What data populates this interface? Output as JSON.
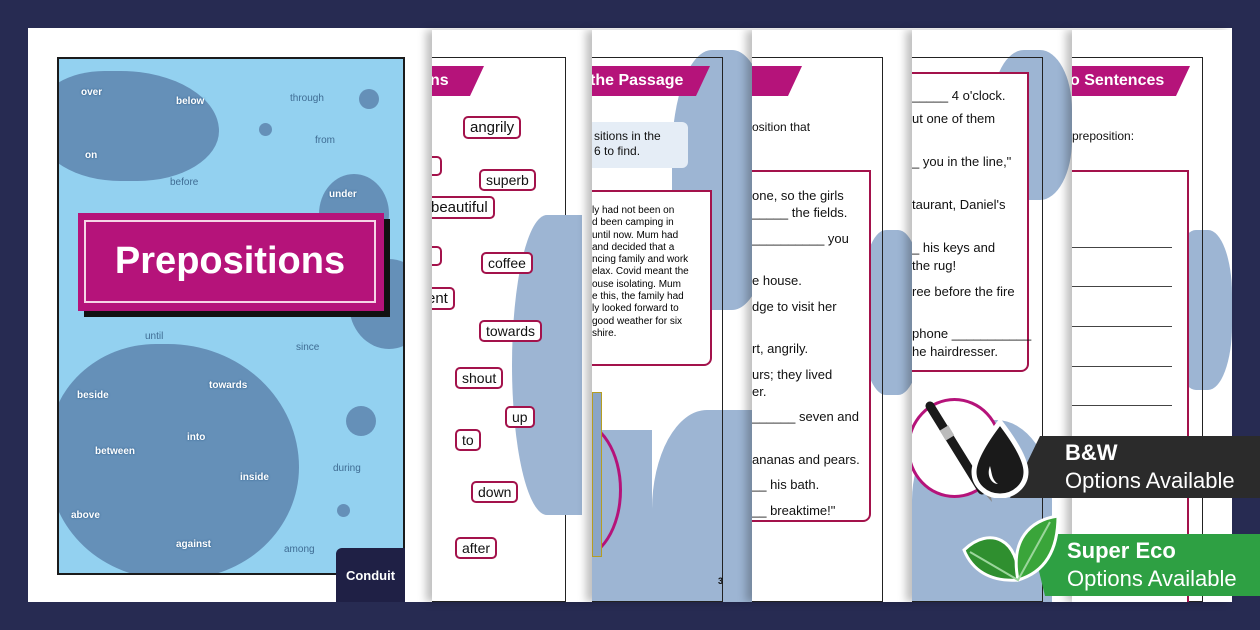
{
  "cover": {
    "title": "Prepositions",
    "brand": "Conduit",
    "words": [
      "over",
      "below",
      "through",
      "from",
      "on",
      "before",
      "under",
      "until",
      "since",
      "beside",
      "towards",
      "into",
      "between",
      "inside",
      "during",
      "above",
      "against",
      "among"
    ]
  },
  "page2": {
    "heading_fragment": "ns",
    "words": [
      "angrily",
      "superb",
      "beautiful",
      "coffee",
      "ent",
      "towards",
      "shout",
      "up",
      "to",
      "down",
      "after"
    ]
  },
  "page3": {
    "heading_fragment": "the Passage",
    "instructions": [
      "sitions in the",
      "6 to find."
    ],
    "passage": [
      "ly had not been on",
      "d been camping in",
      "until now. Mum had",
      "and decided that a",
      "ncing family and work",
      "elax. Covid meant the",
      "ouse isolating. Mum",
      "e this, the family had",
      "ly looked forward to",
      "good weather for six",
      "shire."
    ],
    "page_number": "3"
  },
  "page4": {
    "instruction": "osition that",
    "lines": [
      "one, so the girls",
      "_____ the fields.",
      "__________ you",
      "e house.",
      "dge to visit her",
      "rt, angrily.",
      "urs; they lived",
      "er.",
      "______ seven and",
      "ananas and pears.",
      "__ his bath.",
      "__ breaktime!\""
    ]
  },
  "page5": {
    "lines": [
      "_____ 4 o'clock.",
      "ut one of them",
      "_  you in the line,\"",
      "taurant, Daniel's",
      "_ his keys and",
      "the rug!",
      "ree before the fire",
      "phone ___________",
      "he hairdresser."
    ]
  },
  "page6": {
    "heading_fragment": "o Sentences",
    "instruction": "preposition:"
  },
  "badges": {
    "bw_title": "B&W",
    "bw_sub": "Options Available",
    "eco_title": "Super Eco",
    "eco_sub": "Options Available"
  },
  "colors": {
    "background": "#272b52",
    "accent": "#b5137a",
    "cover_blue": "#93d1f0",
    "blob": "#6590b8",
    "eco_green": "#2ea043"
  }
}
